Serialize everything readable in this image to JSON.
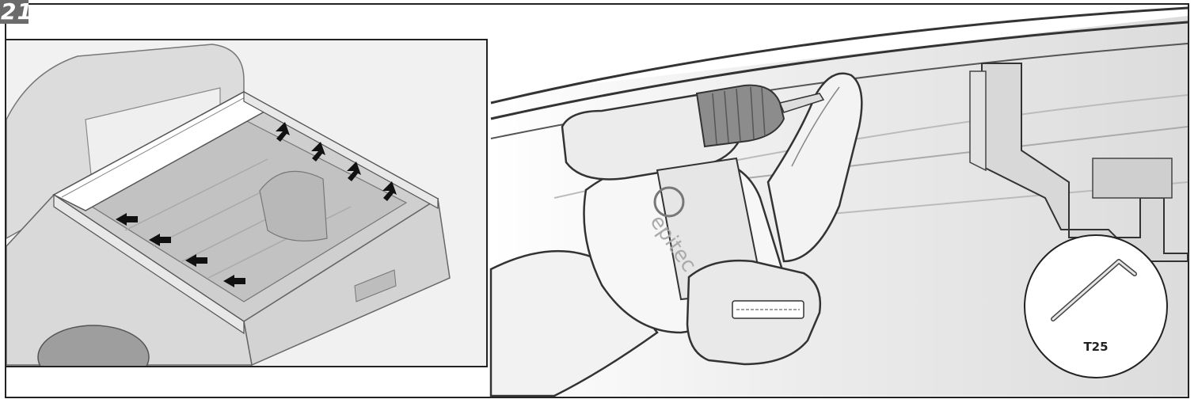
{
  "step": {
    "number": "21"
  },
  "tool": {
    "label": "T25",
    "icon": "torx-key-icon"
  },
  "glove": {
    "brand_text": "epitec"
  },
  "colors": {
    "badge": "#6b6b6b",
    "line": "#222222",
    "arrow": "#111111"
  },
  "inset_arrows": [
    {
      "direction": "forward",
      "count": 4
    },
    {
      "direction": "sideways",
      "count": 4
    }
  ]
}
